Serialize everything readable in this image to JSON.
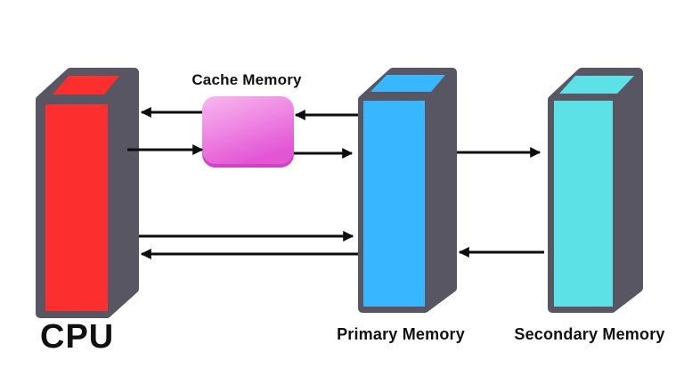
{
  "diagram": {
    "description": "Memory hierarchy diagram showing data flow between CPU, Cache Memory, Primary Memory and Secondary Memory",
    "background_color": "#ffffff",
    "outline_color": "#595663",
    "arrow_color": "#0d0d0d",
    "text_color": "#111111",
    "nodes": {
      "cpu": {
        "label": "CPU",
        "shape": "3d-box",
        "color": "#fc2e2e"
      },
      "cache": {
        "label": "Cache Memory",
        "shape": "rounded-box",
        "color_top": "#f6b9ee",
        "color_mid": "#ee82e2",
        "color_bottom": "#e256d4",
        "rim_color": "#cf44c6"
      },
      "primary": {
        "label": "Primary Memory",
        "shape": "3d-box",
        "color": "#38b6ff"
      },
      "secondary": {
        "label": "Secondary Memory",
        "shape": "3d-box",
        "color": "#5ce1e6"
      }
    },
    "arrows": [
      {
        "from": "cache",
        "to": "cpu"
      },
      {
        "from": "cpu",
        "to": "cache"
      },
      {
        "from": "primary",
        "to": "cache"
      },
      {
        "from": "cache",
        "to": "primary"
      },
      {
        "from": "cpu",
        "to": "primary"
      },
      {
        "from": "primary",
        "to": "cpu"
      },
      {
        "from": "primary",
        "to": "secondary"
      },
      {
        "from": "secondary",
        "to": "primary"
      }
    ]
  }
}
